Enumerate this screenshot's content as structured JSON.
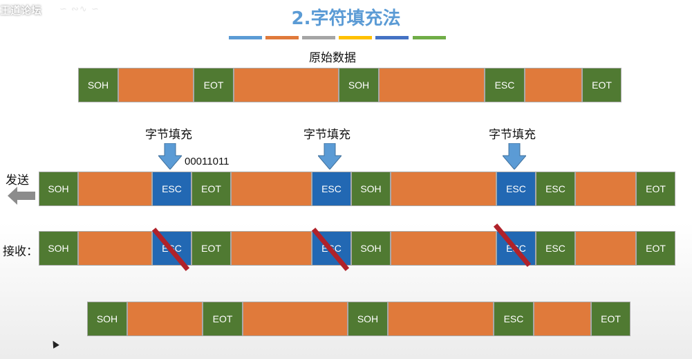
{
  "watermark": "王道论坛",
  "title": "2.字符填充法",
  "stripe_colors": [
    "#5b9bd5",
    "#e07a3b",
    "#a5a5a5",
    "#ffc000",
    "#4472c4",
    "#70ad47"
  ],
  "labels": {
    "original": "原始数据",
    "stuffing": "字节填充",
    "binary": "00011011",
    "send": "发送",
    "receive": "接收："
  },
  "rows": {
    "original": [
      "SOH",
      "",
      "EOT",
      "",
      "SOH",
      "",
      "ESC",
      "",
      "EOT"
    ],
    "send": [
      "SOH",
      "",
      "ESC",
      "EOT",
      "",
      "ESC",
      "SOH",
      "",
      "ESC",
      "ESC",
      "",
      "EOT"
    ],
    "receive": [
      "SOH",
      "",
      "ESC",
      "EOT",
      "",
      "ESC",
      "SOH",
      "",
      "ESC",
      "ESC",
      "",
      "EOT"
    ],
    "result": [
      "SOH",
      "",
      "EOT",
      "",
      "SOH",
      "",
      "ESC",
      "",
      "EOT"
    ]
  },
  "colors": {
    "orange": "#e07a3b",
    "green": "#507a32",
    "blue": "#2268b3",
    "slash": "#b0222a",
    "arrow": "#5b9bd5"
  }
}
